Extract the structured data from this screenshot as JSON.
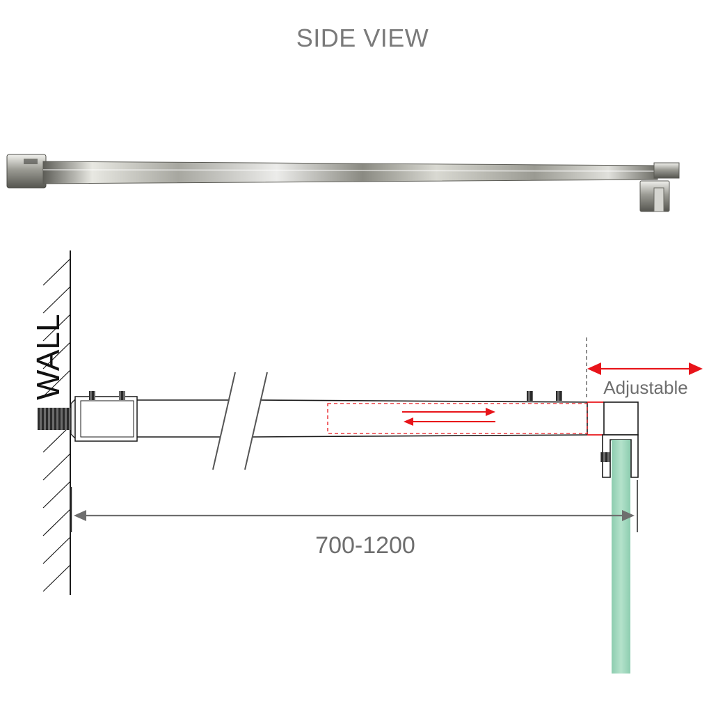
{
  "title": "SIDE VIEW",
  "wall_label": "WALL",
  "adjustable_label": "Adjustable",
  "dimension_label": "700-1200",
  "colors": {
    "line": "#1a1a1a",
    "dimension": "#6e6e6e",
    "accent_red": "#e8141a",
    "glass": "#9bd6b8",
    "chrome_light": "#e6e6e0",
    "chrome_dark": "#6f6f68"
  }
}
